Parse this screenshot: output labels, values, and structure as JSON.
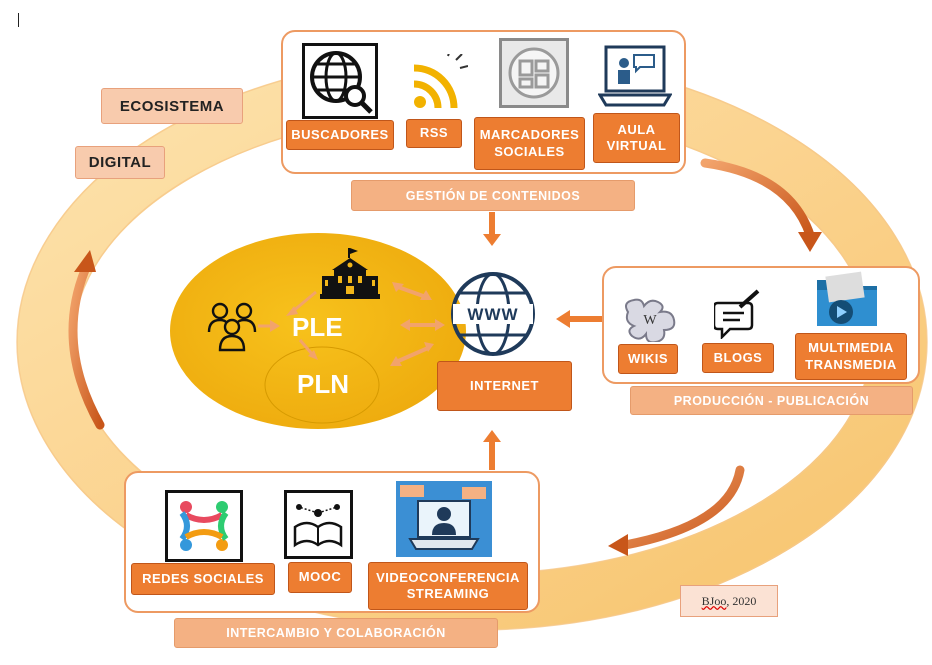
{
  "labels": {
    "ecosistema": "ECOSISTEMA",
    "digital": "DIGITAL"
  },
  "gestion": {
    "title": "GESTIÓN DE CONTENIDOS",
    "items": {
      "buscadores": "BUSCADORES",
      "rss": "RSS",
      "marcadores": "MARCADORES SOCIALES",
      "aula": "AULA VIRTUAL"
    }
  },
  "produccion": {
    "title": "PRODUCCIÓN - PUBLICACIÓN",
    "items": {
      "wikis": "WIKIS",
      "blogs": "BLOGS",
      "multimedia": "MULTIMEDIA TRANSMEDIA"
    }
  },
  "intercambio": {
    "title": "INTERCAMBIO Y COLABORACIÓN",
    "items": {
      "redes": "REDES SOCIALES",
      "mooc": "MOOC",
      "video": "VIDEOCONFERENCIA STREAMING"
    }
  },
  "center": {
    "ple": "PLE",
    "pln": "PLN",
    "internet": "INTERNET",
    "www": "WWW"
  },
  "credit": {
    "author": "BJoo",
    "year": ", 2020"
  },
  "colors": {
    "orange": "#ed7d31",
    "peach": "#f4b183",
    "ring": "#fbd38f",
    "ple_fill": "#f2b61a"
  }
}
